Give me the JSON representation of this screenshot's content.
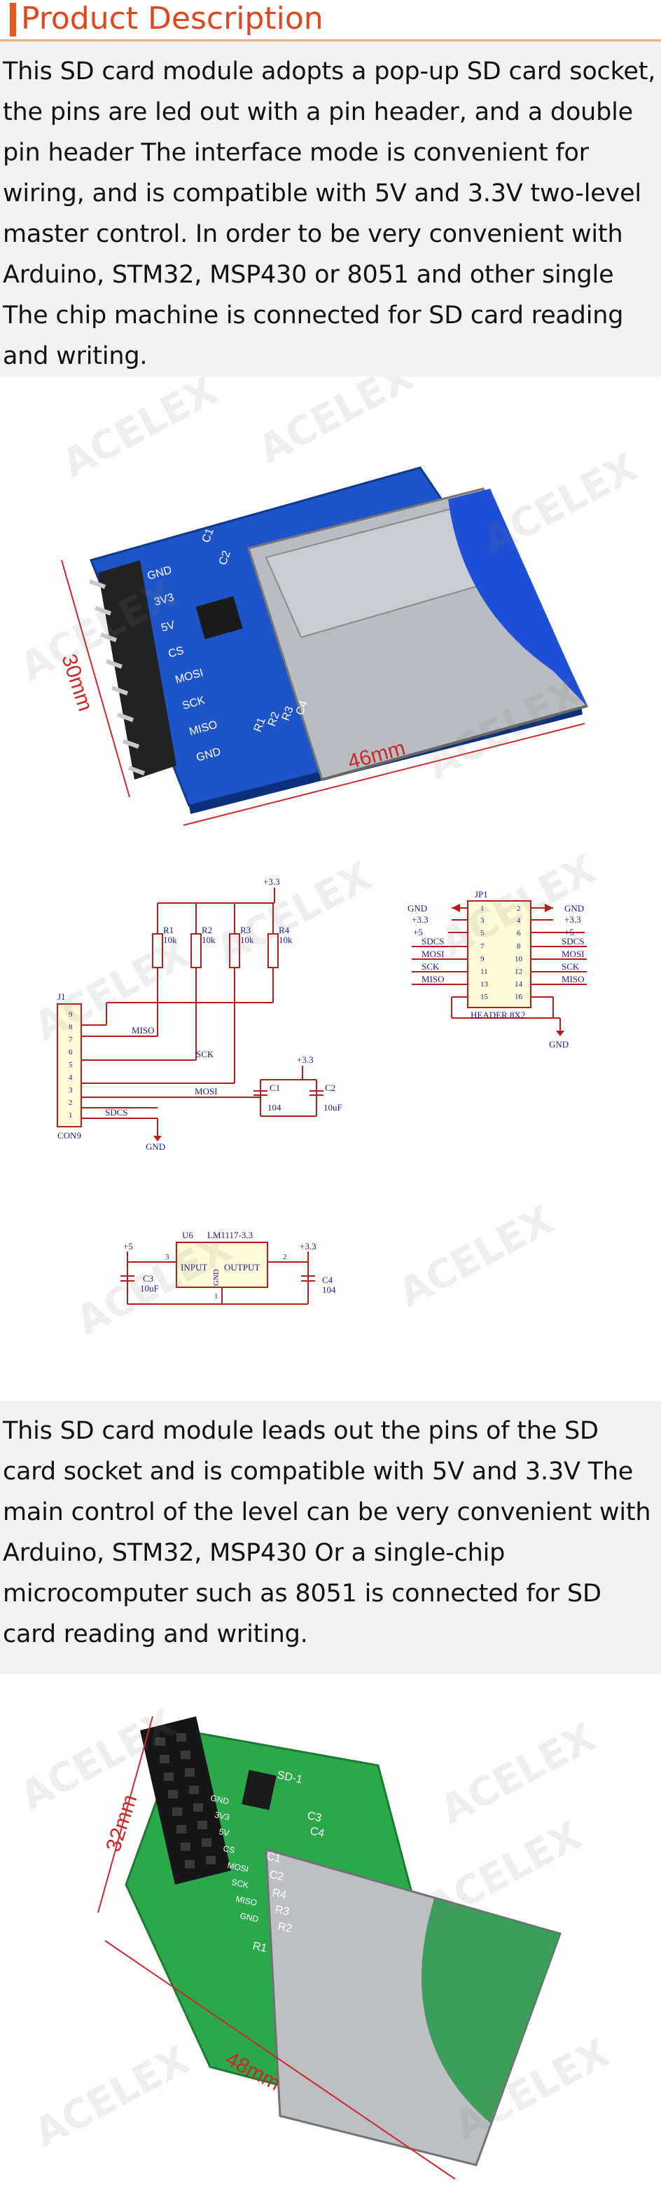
{
  "header": {
    "title": "Product Description"
  },
  "description1": "This SD card module adopts a pop-up SD card socket, the pins are led out with a pin header, and a double pin header The interface mode is convenient for wiring, and is compatible with 5V and 3.3V two-level master control. In order to be very convenient with Arduino, STM32, MSP430 or 8051 and other single The chip machine is connected for SD card reading and writing.",
  "description2": "This SD card module leads out the pins of the SD card socket and is compatible with 5V and 3.3V The main control of the level can be very convenient with Arduino, STM32, MSP430 Or a single-chip microcomputer such as 8051 is connected for SD card reading and writing.",
  "watermark": "ACELEX",
  "photo1": {
    "dim_width": "46mm",
    "dim_height": "30mm",
    "pins": [
      "GND",
      "3V3",
      "5V",
      "CS",
      "MOSI",
      "SCK",
      "MISO",
      "GND"
    ],
    "caps": [
      "C1",
      "C2"
    ],
    "resistors": [
      "R1",
      "R2",
      "R3",
      "C4"
    ]
  },
  "photo2": {
    "dim_width": "48mm",
    "dim_height": "32mm",
    "board_label": "SD-1",
    "pins": [
      "GND",
      "3V3",
      "5V",
      "CS",
      "MOSI",
      "SCK",
      "MISO",
      "GND"
    ],
    "parts": [
      "C3",
      "C4",
      "C1",
      "C2",
      "R4",
      "R3",
      "R2",
      "R1"
    ]
  },
  "schematic": {
    "vcc33": "+3.3",
    "vcc5": "+5",
    "gnd": "GND",
    "resistors": [
      {
        "ref": "R1",
        "val": "10k"
      },
      {
        "ref": "R2",
        "val": "10k"
      },
      {
        "ref": "R3",
        "val": "10k"
      },
      {
        "ref": "R4",
        "val": "10k"
      }
    ],
    "connector_ref": "J1",
    "connector_name": "CON9",
    "connector_pins": [
      "9",
      "8",
      "7",
      "6",
      "5",
      "4",
      "3",
      "2",
      "1"
    ],
    "nets": {
      "miso": "MISO",
      "sck": "SCK",
      "mosi": "MOSI",
      "sdcs": "SDCS"
    },
    "c1": {
      "ref": "C1",
      "val": "104"
    },
    "c2": {
      "ref": "C2",
      "val": "10uF"
    },
    "header_ref": "JP1",
    "header_name": "HEADER 8X2",
    "header_left_pins": [
      "1",
      "3",
      "5",
      "7",
      "9",
      "11",
      "13",
      "15"
    ],
    "header_right_pins": [
      "2",
      "4",
      "6",
      "8",
      "10",
      "12",
      "14",
      "16"
    ],
    "header_left_nets": [
      "GND",
      "+3.3",
      "+5",
      "SDCS",
      "MOSI",
      "SCK",
      "MISO"
    ],
    "header_right_nets": [
      "GND",
      "+3.3",
      "+5",
      "SDCS",
      "MOSI",
      "SCK",
      "MISO"
    ],
    "reg_ref": "U6",
    "reg_name": "LM1117-3.3",
    "reg_in": "INPUT",
    "reg_out": "OUTPUT",
    "reg_gnd": "GND",
    "reg_pin_in": "3",
    "reg_pin_out": "2",
    "reg_pin_gnd": "1",
    "c3": {
      "ref": "C3",
      "val": "10uF"
    },
    "c4": {
      "ref": "C4",
      "val": "104"
    }
  }
}
